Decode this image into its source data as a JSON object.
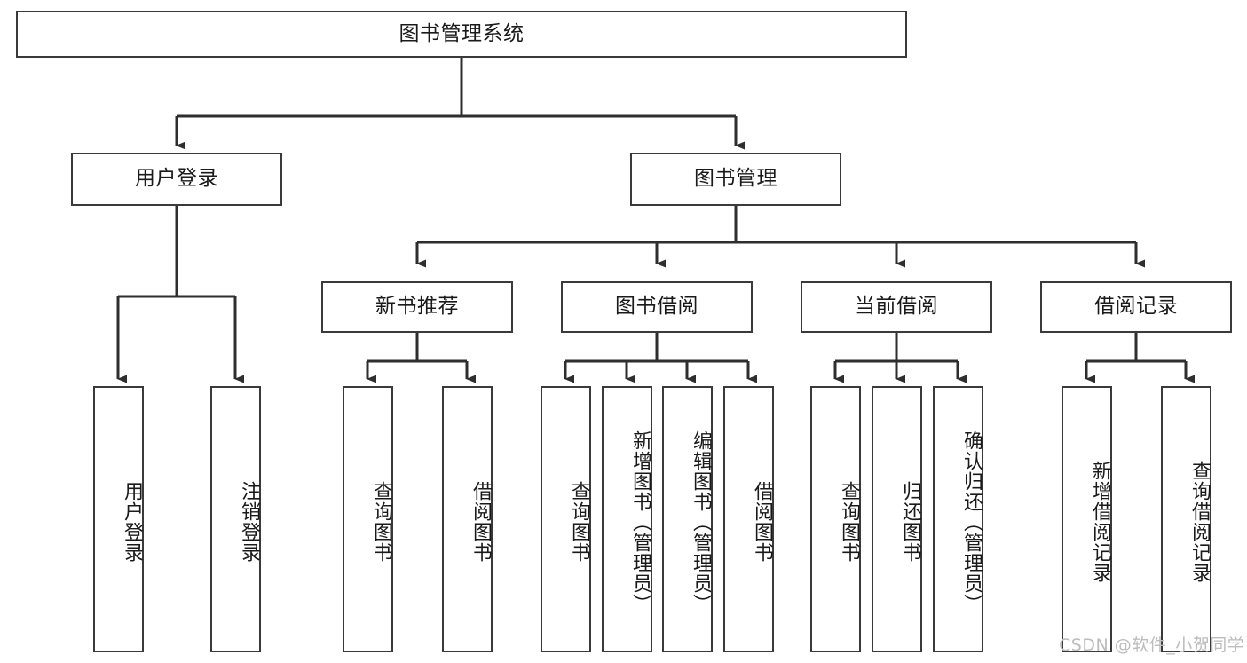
{
  "diagram": {
    "title_node": {
      "label": "图书管理系统"
    },
    "level1": [
      {
        "id": "user-login",
        "label": "用户登录"
      },
      {
        "id": "book-management",
        "label": "图书管理"
      }
    ],
    "level2": [
      {
        "id": "new-book-recommend",
        "label": "新书推荐"
      },
      {
        "id": "book-borrow",
        "label": "图书借阅"
      },
      {
        "id": "current-borrow",
        "label": "当前借阅"
      },
      {
        "id": "borrow-record",
        "label": "借阅记录"
      }
    ],
    "leaves": [
      {
        "id": "leaf-user-login",
        "label": "用户登录",
        "parent": "user-login"
      },
      {
        "id": "leaf-logout-login",
        "label": "注销登录",
        "parent": "user-login"
      },
      {
        "id": "leaf-query-book-1",
        "label": "查询图书",
        "parent": "new-book-recommend"
      },
      {
        "id": "leaf-borrow-book-1",
        "label": "借阅图书",
        "parent": "new-book-recommend"
      },
      {
        "id": "leaf-query-book-2",
        "label": "查询图书",
        "parent": "book-borrow"
      },
      {
        "id": "leaf-add-book",
        "label": "新增图书（管理员）",
        "parent": "book-borrow"
      },
      {
        "id": "leaf-edit-book",
        "label": "编辑图书（管理员）",
        "parent": "book-borrow"
      },
      {
        "id": "leaf-borrow-book-2",
        "label": "借阅图书",
        "parent": "book-borrow"
      },
      {
        "id": "leaf-query-book-3",
        "label": "查询图书",
        "parent": "current-borrow"
      },
      {
        "id": "leaf-return-book",
        "label": "归还图书",
        "parent": "current-borrow"
      },
      {
        "id": "leaf-confirm-return",
        "label": "确认归还（管理员）",
        "parent": "current-borrow"
      },
      {
        "id": "leaf-add-record",
        "label": "新增借阅记录",
        "parent": "borrow-record"
      },
      {
        "id": "leaf-query-record",
        "label": "查询借阅记录",
        "parent": "borrow-record"
      }
    ],
    "colors": {
      "stroke": "#3a3a3a",
      "background": "#ffffff",
      "text": "#1a1a1a",
      "watermark": "#bcbcbc"
    }
  },
  "watermark": {
    "text": "CSDN @软件_小贺同学"
  }
}
